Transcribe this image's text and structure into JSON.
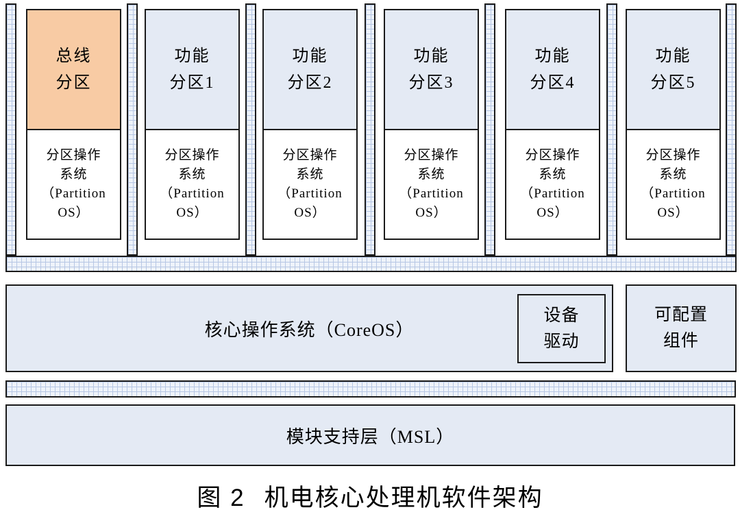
{
  "colors": {
    "bus_partition_fill": "#f8cba4",
    "partition_fill": "#e4eaf4",
    "hatch_background": "#eef3fa",
    "hatch_line": "#b7c7e4",
    "border": "#1a1a1a"
  },
  "partitions": {
    "columns": [
      {
        "label": "总线\n分区",
        "os_label": "分区操作\n系统\n（Partition\nOS）"
      },
      {
        "label": "功能\n分区1",
        "os_label": "分区操作\n系统\n（Partition\nOS）"
      },
      {
        "label": "功能\n分区2",
        "os_label": "分区操作\n系统\n（Partition\nOS）"
      },
      {
        "label": "功能\n分区3",
        "os_label": "分区操作\n系统\n（Partition\nOS）"
      },
      {
        "label": "功能\n分区4",
        "os_label": "分区操作\n系统\n（Partition\nOS）"
      },
      {
        "label": "功能\n分区5",
        "os_label": "分区操作\n系统\n（Partition\nOS）"
      }
    ]
  },
  "core_layer": {
    "core_os_label": "核心操作系统（CoreOS）",
    "device_driver_label": "设备\n驱动",
    "configurable_component_label": "可配置\n组件"
  },
  "support_layer": {
    "msl_label": "模块支持层（MSL）"
  },
  "caption": {
    "figure_no": "图 2",
    "title": "机电核心处理机软件架构"
  }
}
